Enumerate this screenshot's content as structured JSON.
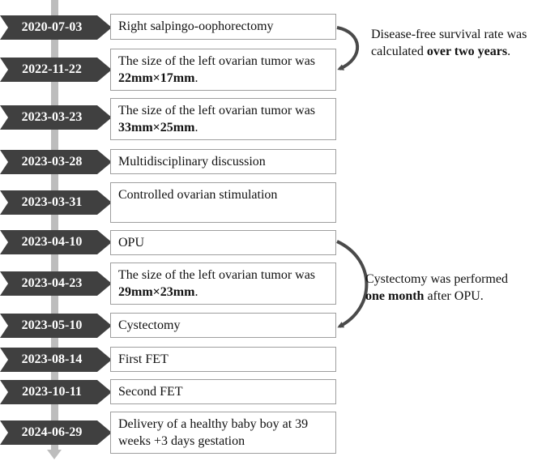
{
  "timeline": [
    {
      "date": "2020-07-03",
      "text": "Right salpingo-oophorectomy",
      "bold": ""
    },
    {
      "date": "2022-11-22",
      "text": "The size of the left ovarian tumor was ",
      "bold": "22mm×17mm",
      "tail": "."
    },
    {
      "date": "2023-03-23",
      "text": "The size of the left ovarian tumor was ",
      "bold": "33mm×25mm",
      "tail": "."
    },
    {
      "date": "2023-03-28",
      "text": "Multidisciplinary discussion",
      "bold": ""
    },
    {
      "date": "2023-03-31",
      "text": "Controlled ovarian stimulation",
      "bold": ""
    },
    {
      "date": "2023-04-10",
      "text": "OPU",
      "bold": ""
    },
    {
      "date": "2023-04-23",
      "text": "The size of the left ovarian tumor was ",
      "bold": "29mm×23mm",
      "tail": "."
    },
    {
      "date": "2023-05-10",
      "text": "Cystectomy",
      "bold": ""
    },
    {
      "date": "2023-08-14",
      "text": "First FET",
      "bold": ""
    },
    {
      "date": "2023-10-11",
      "text": "Second FET",
      "bold": ""
    },
    {
      "date": "2024-06-29",
      "text": "Delivery of a healthy baby boy at 39 weeks +3 days gestation",
      "bold": ""
    }
  ],
  "notes": {
    "survival": {
      "line1": "Disease-free survival rate was",
      "pre": "calculated ",
      "bold": "over two years",
      "post": "."
    },
    "cystectomy": {
      "line1": "Cystectomy was performed",
      "bold": "one month",
      "post": " after OPU."
    }
  },
  "colors": {
    "date_tag": "#404040",
    "axis": "#bdbdbd",
    "box_border": "#9e9e9e",
    "arrow": "#4a4a4a"
  }
}
